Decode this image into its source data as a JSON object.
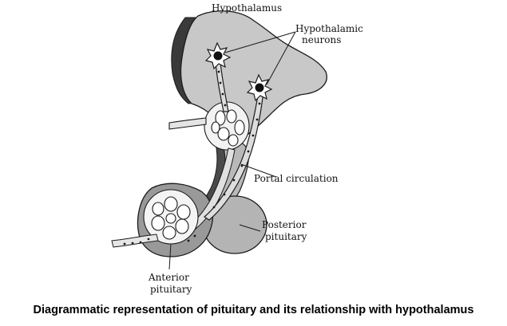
{
  "diagram": {
    "labels": {
      "hypothalamus": "Hypothalamus",
      "hypothalamic_neurons_line1": "Hypothalamic",
      "hypothalamic_neurons_line2": "neurons",
      "portal_circulation": "Portal circulation",
      "posterior_pituitary_line1": "Posterior",
      "posterior_pituitary_line2": "pituitary",
      "anterior_pituitary_line1": "Anterior",
      "anterior_pituitary_line2": "pituitary"
    }
  },
  "caption": "Diagrammatic representation of pituitary and its relationship with hypothalamus",
  "colors": {
    "tissue_light": "#cfcfcf",
    "tissue_mid": "#a9a9a9",
    "tissue_dark": "#4a4a4a",
    "neuron_fill": "#111111",
    "line": "#1a1a1a"
  }
}
